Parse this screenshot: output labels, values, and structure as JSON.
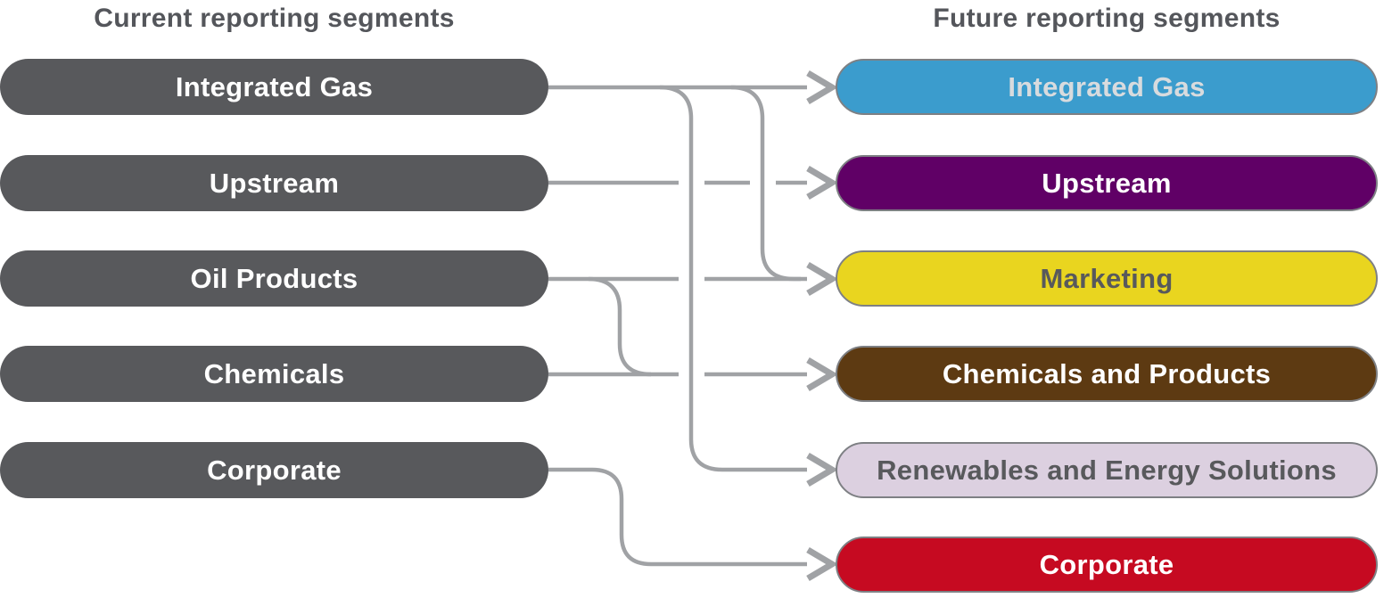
{
  "headers": {
    "left": "Current reporting segments",
    "right": "Future reporting segments"
  },
  "current_segments": [
    {
      "label": "Integrated Gas",
      "color": "#58595C",
      "text_color": "#FFFFFF"
    },
    {
      "label": "Upstream",
      "color": "#58595C",
      "text_color": "#FFFFFF"
    },
    {
      "label": "Oil Products",
      "color": "#58595C",
      "text_color": "#FFFFFF"
    },
    {
      "label": "Chemicals",
      "color": "#58595C",
      "text_color": "#FFFFFF"
    },
    {
      "label": "Corporate",
      "color": "#58595C",
      "text_color": "#FFFFFF"
    }
  ],
  "future_segments": [
    {
      "label": "Integrated Gas",
      "color": "#3B9CCD",
      "text_color": "#D8DBDE"
    },
    {
      "label": "Upstream",
      "color": "#600066",
      "text_color": "#FFFFFF"
    },
    {
      "label": "Marketing",
      "color": "#E9D51F",
      "text_color": "#58595C"
    },
    {
      "label": "Chemicals and Products",
      "color": "#5D3A12",
      "text_color": "#FFFFFF"
    },
    {
      "label": "Renewables and Energy Solutions",
      "color": "#DCD0E0",
      "text_color": "#58595C"
    },
    {
      "label": "Corporate",
      "color": "#C60A21",
      "text_color": "#FFFFFF"
    }
  ],
  "mappings": [
    {
      "from": "Integrated Gas",
      "to": "Integrated Gas"
    },
    {
      "from": "Integrated Gas",
      "to": "Marketing"
    },
    {
      "from": "Integrated Gas",
      "to": "Renewables and Energy Solutions"
    },
    {
      "from": "Upstream",
      "to": "Upstream"
    },
    {
      "from": "Oil Products",
      "to": "Marketing"
    },
    {
      "from": "Oil Products",
      "to": "Chemicals and Products"
    },
    {
      "from": "Chemicals",
      "to": "Chemicals and Products"
    },
    {
      "from": "Corporate",
      "to": "Corporate"
    }
  ],
  "colors": {
    "connector": "#A0A2A5",
    "heading_text": "#54565B",
    "future_pill_border": "#7E8084",
    "background": "#FFFFFF"
  }
}
